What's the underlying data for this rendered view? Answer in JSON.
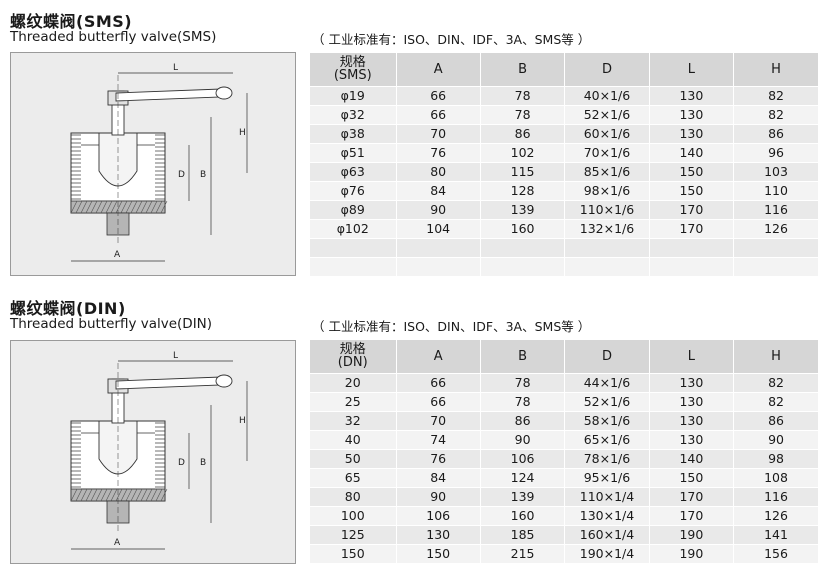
{
  "sections": [
    {
      "title_cn": "螺纹蝶阀(SMS)",
      "title_en": "Threaded butterfly valve(SMS)",
      "standards": "（ 工业标准有：ISO、DIN、IDF、3A、SMS等 ）",
      "dims": {
        "L": "L",
        "H": "H",
        "D": "D",
        "B": "B",
        "A": "A"
      },
      "headers": [
        "规格\n(SMS)",
        "A",
        "B",
        "D",
        "L",
        "H"
      ],
      "rows": [
        [
          "φ19",
          "66",
          "78",
          "40×1/6",
          "130",
          "82"
        ],
        [
          "φ32",
          "66",
          "78",
          "52×1/6",
          "130",
          "82"
        ],
        [
          "φ38",
          "70",
          "86",
          "60×1/6",
          "130",
          "86"
        ],
        [
          "φ51",
          "76",
          "102",
          "70×1/6",
          "140",
          "96"
        ],
        [
          "φ63",
          "80",
          "115",
          "85×1/6",
          "150",
          "103"
        ],
        [
          "φ76",
          "84",
          "128",
          "98×1/6",
          "150",
          "110"
        ],
        [
          "φ89",
          "90",
          "139",
          "110×1/6",
          "170",
          "116"
        ],
        [
          "φ102",
          "104",
          "160",
          "132×1/6",
          "170",
          "126"
        ],
        [
          "",
          "",
          "",
          "",
          "",
          ""
        ],
        [
          "",
          "",
          "",
          "",
          "",
          ""
        ]
      ]
    },
    {
      "title_cn": "螺纹蝶阀(DIN)",
      "title_en": "Threaded butterfly valve(DIN)",
      "standards": "（ 工业标准有：ISO、DIN、IDF、3A、SMS等 ）",
      "dims": {
        "L": "L",
        "H": "H",
        "D": "D",
        "B": "B",
        "A": "A"
      },
      "headers": [
        "规格\n(DN)",
        "A",
        "B",
        "D",
        "L",
        "H"
      ],
      "rows": [
        [
          "20",
          "66",
          "78",
          "44×1/6",
          "130",
          "82"
        ],
        [
          "25",
          "66",
          "78",
          "52×1/6",
          "130",
          "82"
        ],
        [
          "32",
          "70",
          "86",
          "58×1/6",
          "130",
          "86"
        ],
        [
          "40",
          "74",
          "90",
          "65×1/6",
          "130",
          "90"
        ],
        [
          "50",
          "76",
          "106",
          "78×1/6",
          "140",
          "98"
        ],
        [
          "65",
          "84",
          "124",
          "95×1/6",
          "150",
          "108"
        ],
        [
          "80",
          "90",
          "139",
          "110×1/4",
          "170",
          "116"
        ],
        [
          "100",
          "106",
          "160",
          "130×1/4",
          "170",
          "126"
        ],
        [
          "125",
          "130",
          "185",
          "160×1/4",
          "190",
          "141"
        ],
        [
          "150",
          "150",
          "215",
          "190×1/4",
          "190",
          "156"
        ]
      ]
    }
  ]
}
